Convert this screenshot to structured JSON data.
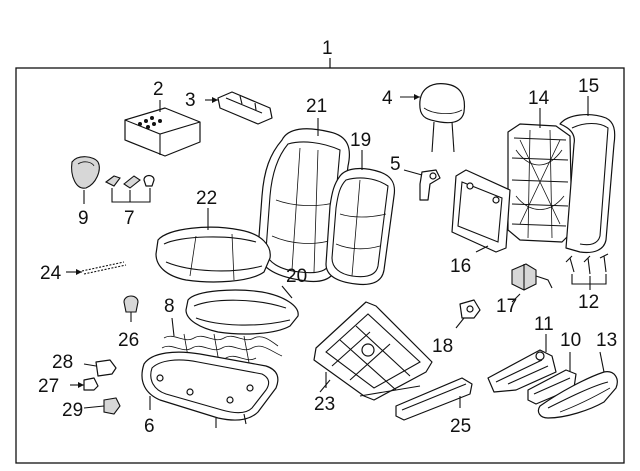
{
  "diagram": {
    "assembly_number": "1",
    "labels": {
      "p2": "2",
      "p3": "3",
      "p4": "4",
      "p5": "5",
      "p6": "6",
      "p7": "7",
      "p8": "8",
      "p9": "9",
      "p10": "10",
      "p11": "11",
      "p12": "12",
      "p13": "13",
      "p14": "14",
      "p15": "15",
      "p16": "16",
      "p17": "17",
      "p18": "18",
      "p19": "19",
      "p20": "20",
      "p21": "21",
      "p22": "22",
      "p23": "23",
      "p24": "24",
      "p25": "25",
      "p26": "26",
      "p27": "27",
      "p28": "28",
      "p29": "29"
    }
  }
}
